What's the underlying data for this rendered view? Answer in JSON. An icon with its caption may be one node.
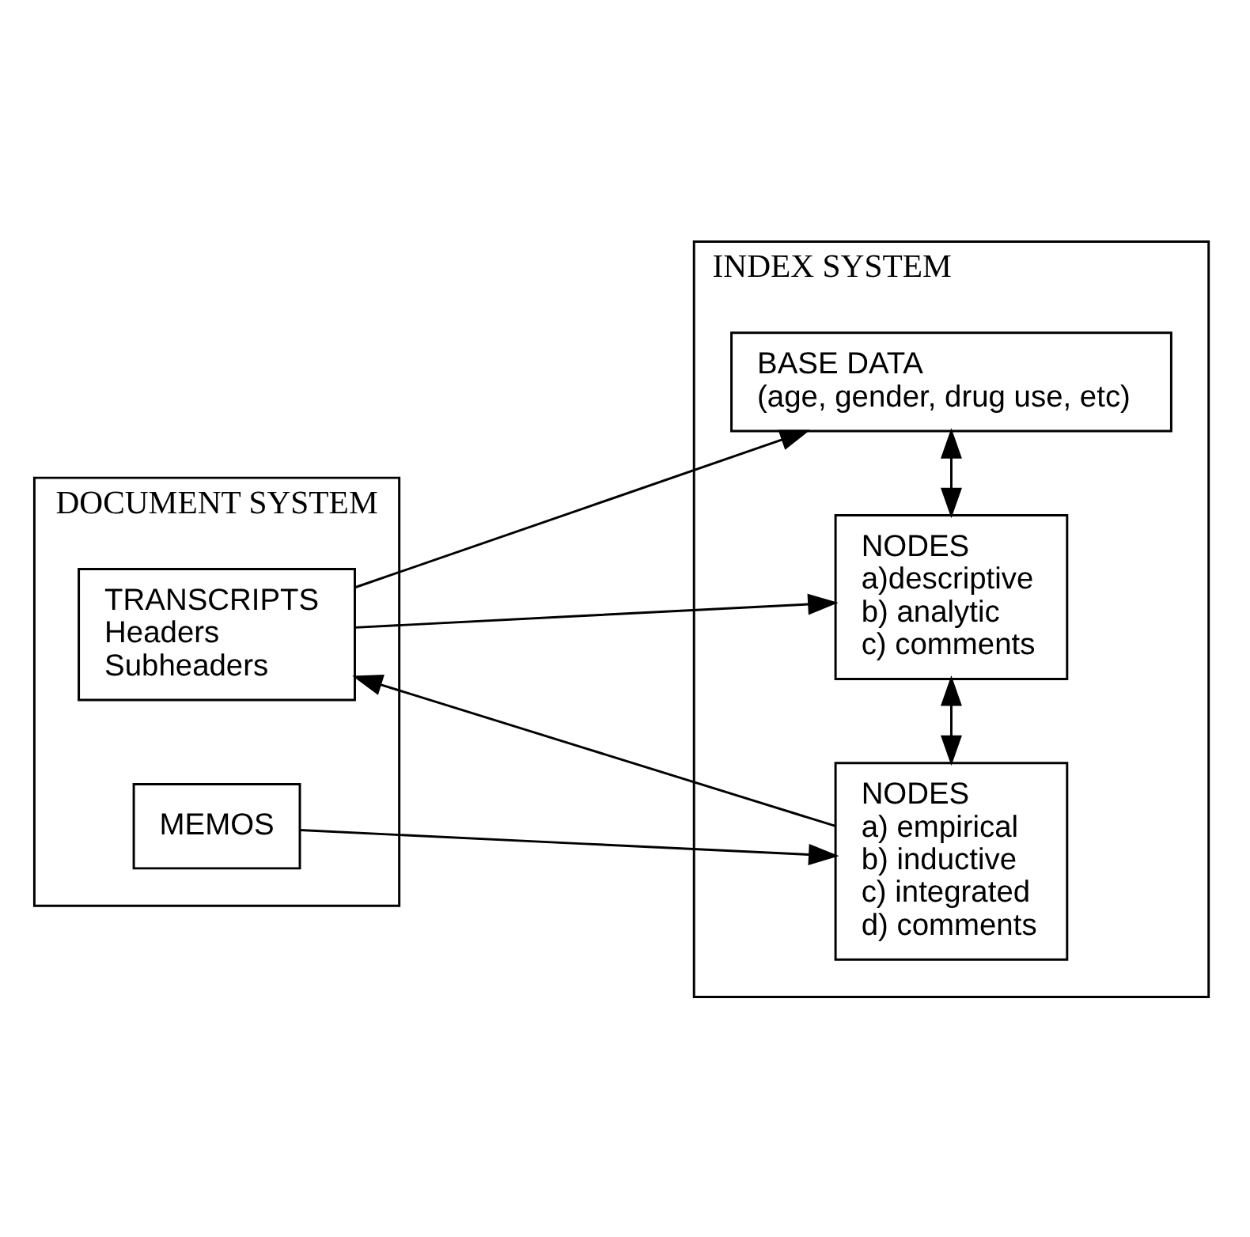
{
  "diagram": {
    "nodes": [
      {
        "text": [
          "DOCUMENT SYSTEM"
        ]
      },
      {
        "text": [
          "TRANSCRIPTS",
          "Headers",
          "Subheaders"
        ],
        "in": 0
      },
      {
        "text": [
          "MEMOS"
        ],
        "in": 0
      },
      {
        "text": [
          "INDEX SYSTEM"
        ]
      },
      {
        "text": [
          "BASE DATA",
          "(age, gender, drug use, etc)"
        ],
        "in": 3
      },
      {
        "text": [
          "NODES",
          "a)descriptive",
          "b) analytic",
          "c) comments"
        ],
        "in": 3
      },
      {
        "text": [
          "NODES",
          "a) empirical",
          "b) inductive",
          "c) integrated",
          "d) comments"
        ],
        "in": 3
      }
    ],
    "edges": [
      {
        "from": 1,
        "to": 4,
        "arrow": "to"
      },
      {
        "from": 1,
        "to": 5,
        "arrow": "to"
      },
      {
        "from": 6,
        "to": 1,
        "arrow": "to"
      },
      {
        "from": 2,
        "to": 6,
        "arrow": "to"
      },
      {
        "from": 4,
        "to": 5,
        "arrow": "both"
      },
      {
        "from": 5,
        "to": 6,
        "arrow": "both"
      }
    ]
  }
}
